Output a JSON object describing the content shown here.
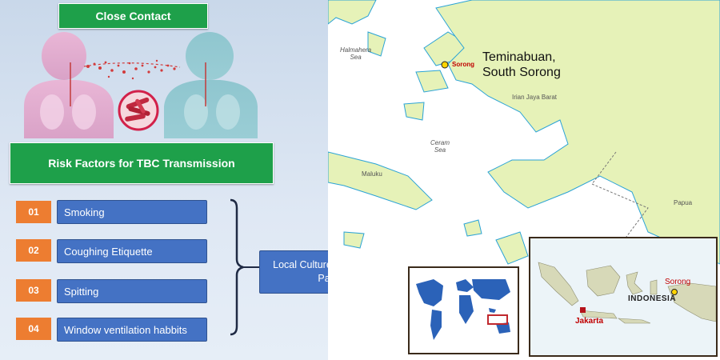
{
  "close_contact": {
    "title": "Close Contact"
  },
  "risk_factors": {
    "title": "Risk Factors  for TBC Transmission",
    "items": [
      {
        "num": "01",
        "label": "Smoking"
      },
      {
        "num": "02",
        "label": "Coughing Etiquette"
      },
      {
        "num": "03",
        "label": "Spitting"
      },
      {
        "num": "04",
        "label": "Window ventilation habbits"
      }
    ]
  },
  "culture": {
    "label": "Local Culture in Southwest Papua"
  },
  "map": {
    "halmahera_sea": "Halmahera\nSea",
    "ceram_sea": "Ceram\nSea",
    "maluku": "Maluku",
    "irian": "Irian Jaya Barat",
    "papua": "Papua",
    "sorong": "Sorong",
    "teminabuan_line1": "Teminabuan,",
    "teminabuan_line2": "South Sorong"
  },
  "inset": {
    "indonesia": "INDONESIA",
    "sorong": "Sorong",
    "jakarta": "Jakarta"
  },
  "colors": {
    "green": "#1ea04a",
    "orange": "#ed7d31",
    "blue": "#4472c4",
    "land": "#e6f2b8",
    "sea_lines": "#2aa3d6"
  }
}
